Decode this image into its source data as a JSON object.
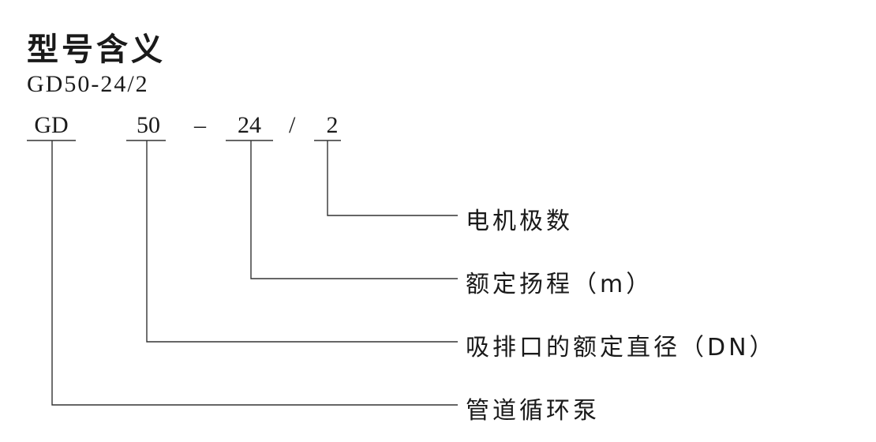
{
  "title": "型号含义",
  "model_code": "GD50-24/2",
  "segments": {
    "gd": "GD",
    "dn": "50",
    "dash": "–",
    "head": "24",
    "slash": "/",
    "poles": "2"
  },
  "meanings": {
    "poles": "电机极数",
    "head": "额定扬程（m）",
    "diameter": "吸排口的额定直径（DN）",
    "pump_type": "管道循环泵"
  }
}
